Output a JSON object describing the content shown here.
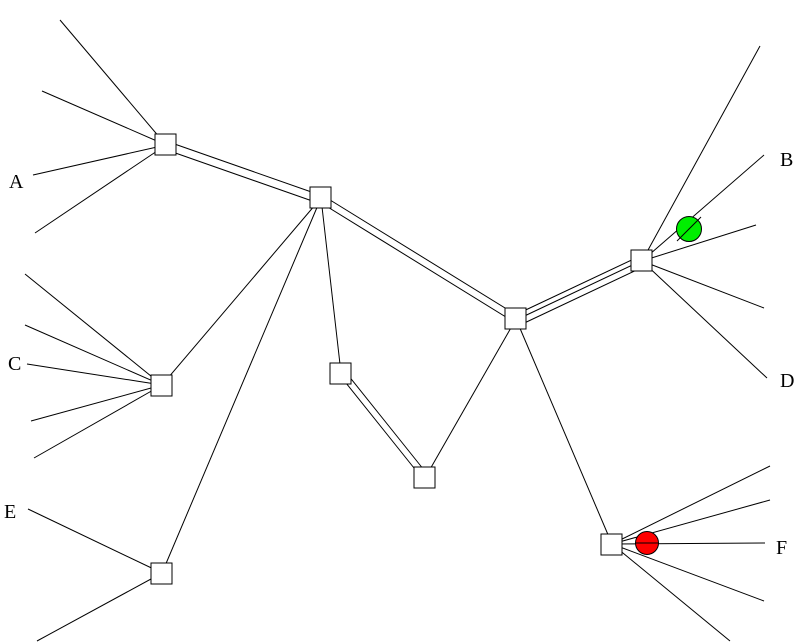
{
  "diagram": {
    "labels": {
      "a": "A",
      "b": "B",
      "c": "C",
      "d": "D",
      "e": "E",
      "f": "F"
    },
    "colors": {
      "line": "#000000",
      "node_fill": "#ffffff",
      "marker_green": "#00ee00",
      "marker_red": "#ff0000"
    }
  }
}
